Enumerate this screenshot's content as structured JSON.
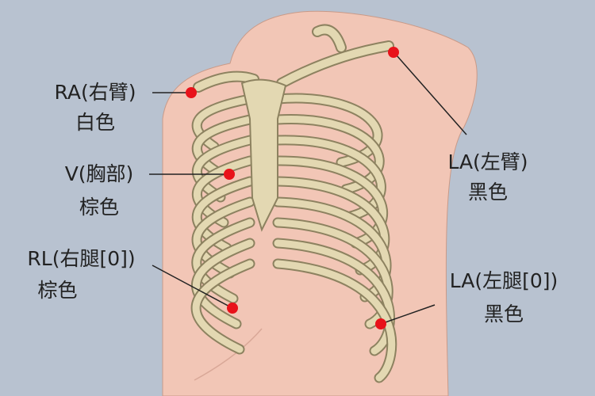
{
  "colors": {
    "background": "#b8c2d0",
    "skin": "#f2c6b6",
    "bone": "#e3d8b2",
    "electrode": "#e8121a"
  },
  "electrodes": [
    {
      "id": "ra",
      "code": "RA(右臂)",
      "color_label": "白色"
    },
    {
      "id": "v",
      "code": "V(胸部)",
      "color_label": "棕色"
    },
    {
      "id": "rl",
      "code": "RL(右腿[0])",
      "color_label": "棕色"
    },
    {
      "id": "la",
      "code": "LA(左臂)",
      "color_label": "黑色"
    },
    {
      "id": "ll",
      "code": "LA(左腿[0])",
      "color_label": "黑色"
    }
  ]
}
